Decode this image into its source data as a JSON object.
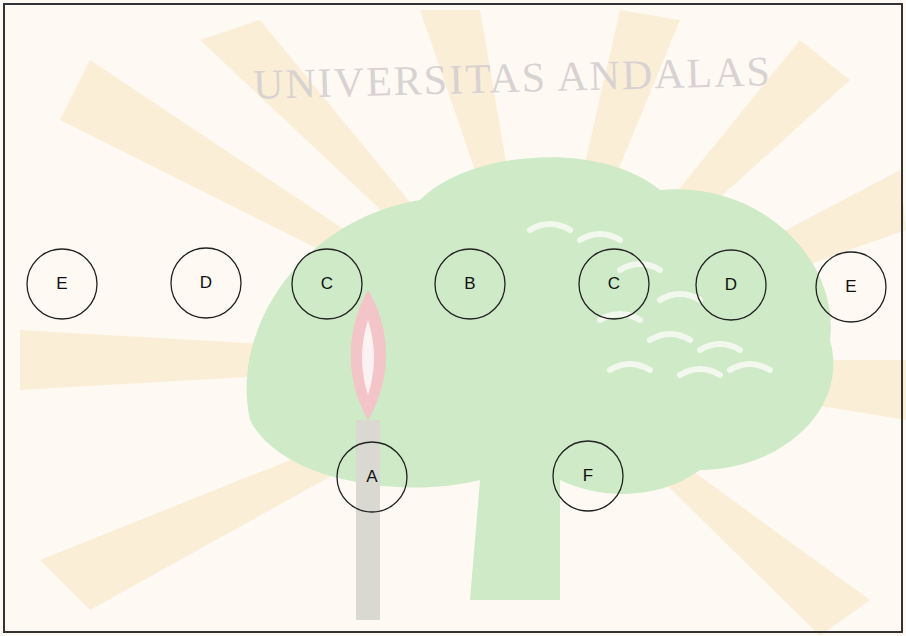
{
  "diagram": {
    "nodes": [
      {
        "text": [
          "E"
        ]
      },
      {
        "text": [
          "D"
        ]
      },
      {
        "text": [
          "C"
        ]
      },
      {
        "text": [
          "B"
        ]
      },
      {
        "text": [
          "C"
        ]
      },
      {
        "text": [
          "D"
        ]
      },
      {
        "text": [
          "E"
        ]
      },
      {
        "text": [
          "A"
        ]
      },
      {
        "text": [
          "F"
        ]
      }
    ],
    "labels": [
      "UNIVERSITAS ANDALAS"
    ]
  }
}
